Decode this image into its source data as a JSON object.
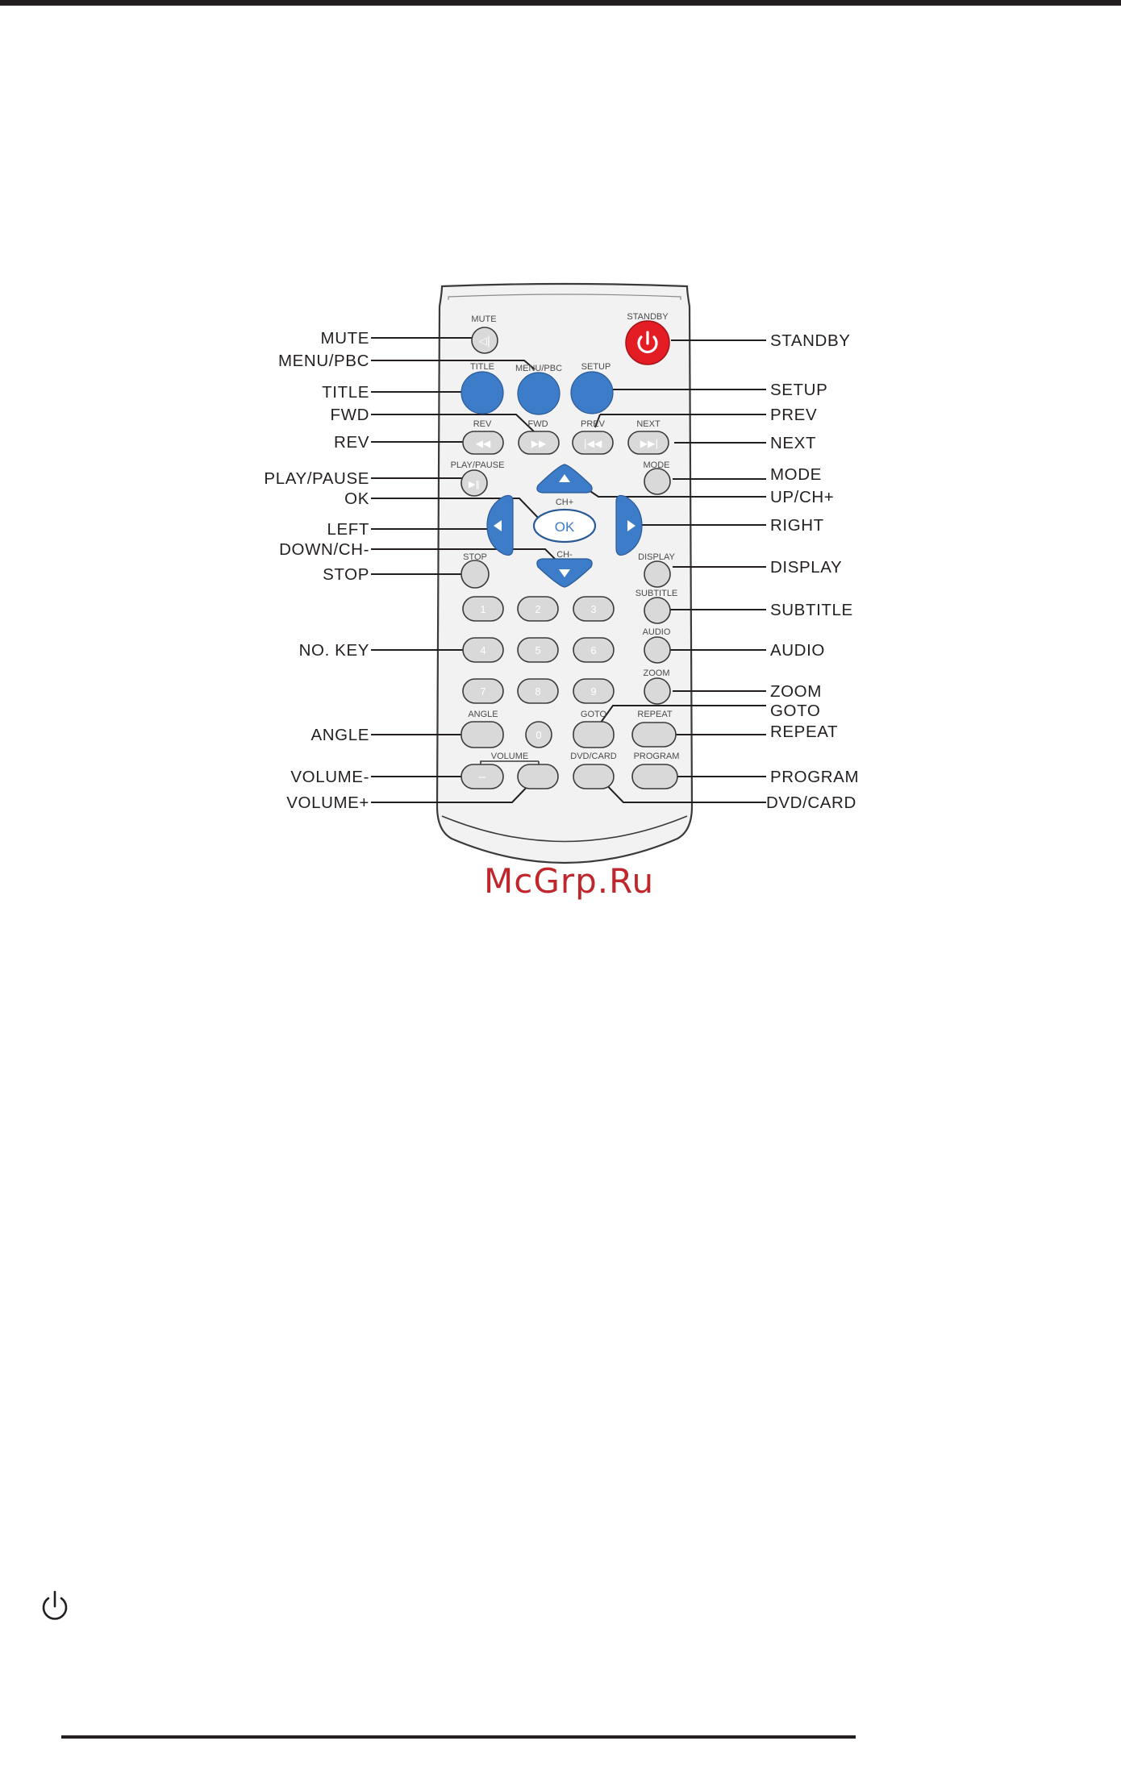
{
  "remote": {
    "buttons": {
      "mute": "MUTE",
      "standby": "STANDBY",
      "title": "TITLE",
      "menu_pbc": "MENU/PBC",
      "setup": "SETUP",
      "rev": "REV",
      "fwd": "FWD",
      "prev": "PREV",
      "next": "NEXT",
      "play_pause": "PLAY/PAUSE",
      "mode": "MODE",
      "ch_plus": "CH+",
      "ok": "OK",
      "ch_minus": "CH-",
      "stop": "STOP",
      "display": "DISPLAY",
      "subtitle": "SUBTITLE",
      "audio": "AUDIO",
      "zoom": "ZOOM",
      "angle": "ANGLE",
      "goto": "GOTO",
      "repeat": "REPEAT",
      "volume": "VOLUME",
      "dvd_card": "DVD/CARD",
      "program": "PROGRAM",
      "digits": [
        "1",
        "2",
        "3",
        "4",
        "5",
        "6",
        "7",
        "8",
        "9",
        "0"
      ]
    },
    "colors": {
      "blue": "#3d7cc9",
      "red": "#e41d25",
      "gray": "#d9d9d9",
      "body": "#f2f2f2"
    }
  },
  "callouts": {
    "left": {
      "mute": "MUTE",
      "menu_pbc": "MENU/PBC",
      "title": "TITLE",
      "fwd": "FWD",
      "rev": "REV",
      "play_pause": "PLAY/PAUSE",
      "ok": "OK",
      "left": "LEFT",
      "down_ch": "DOWN/CH-",
      "stop": "STOP",
      "no_key": "NO. KEY",
      "angle": "ANGLE",
      "volume_minus": "VOLUME-",
      "volume_plus": "VOLUME+"
    },
    "right": {
      "standby": "STANDBY",
      "setup": "SETUP",
      "prev": "PREV",
      "next": "NEXT",
      "mode": "MODE",
      "up_ch": "UP/CH+",
      "right": "RIGHT",
      "display": "DISPLAY",
      "subtitle": "SUBTITLE",
      "audio": "AUDIO",
      "zoom": "ZOOM",
      "goto": "GOTO",
      "repeat": "REPEAT",
      "program": "PROGRAM",
      "dvd_card": "DVD/CARD"
    }
  },
  "watermark": "McGrp.Ru",
  "footer": {
    "icon": "power-icon"
  }
}
